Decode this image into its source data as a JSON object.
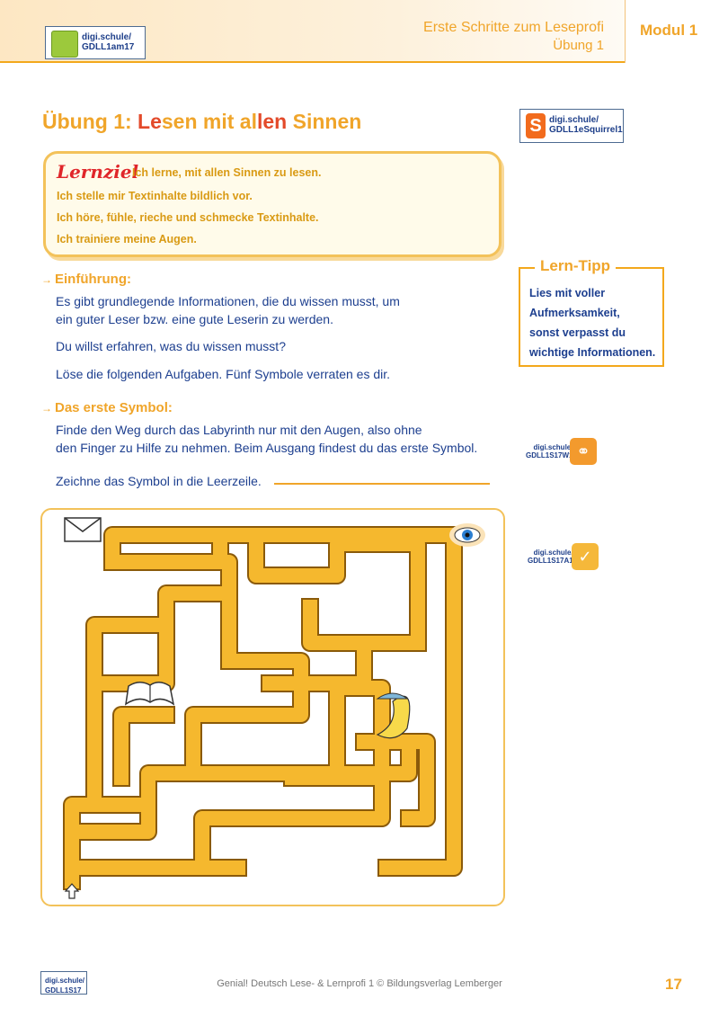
{
  "header": {
    "badge_line1": "digi.schule/",
    "badge_line2": "GDLL1am17",
    "title": "Erste Schritte zum Leseprofi",
    "subtitle": "Übung 1",
    "modul": "Modul 1"
  },
  "page_title": {
    "p1": "Übung 1: ",
    "p2": "Le",
    "p3": "sen",
    "p4": " mit al",
    "p5": "len",
    "p6": " Sin",
    "p7": "nen"
  },
  "squirrel_badge": {
    "letter": "S",
    "line1": "digi.schule/",
    "line2": "GDLL1eSquirrel1"
  },
  "lernziel": {
    "heading": "Lernziel",
    "line1": "Ich lerne, mit allen Sinnen zu lesen.",
    "line2": "Ich stelle mir Textinhalte bildlich vor.",
    "line3": "Ich höre, fühle, rieche und schmecke Textinhalte.",
    "line4": "Ich trainiere meine Augen."
  },
  "lern_tipp": {
    "title": "Lern-Tipp",
    "line1": "Lies mit voller",
    "line2": "Aufmerksamkeit,",
    "line3": "sonst verpasst du",
    "line4": "wichtige Informationen."
  },
  "einfuehrung": {
    "heading": "Einführung:",
    "para1_line1": "Es gibt grundlegende Informationen, die du wissen musst, um",
    "para1_line2": "ein guter Leser bzw. eine gute Leserin zu werden.",
    "para2": "Du willst erfahren, was du wissen musst?",
    "para3": "Löse die folgenden Aufgaben. Fünf Symbole verraten es dir."
  },
  "symbol": {
    "heading": "Das erste Symbol:",
    "line1": "Finde den Weg durch das Labyrinth nur mit den Augen, also ohne",
    "line2": "den Finger zu Hilfe zu nehmen. Beim Ausgang findest du das erste Symbol.",
    "line3": "Zeichne das Symbol in die Leerzeile."
  },
  "side_badges": {
    "w1_line1": "digi.schule/",
    "w1_line2": "GDLL1S17W1",
    "a1_line1": "digi.schule/",
    "a1_line2": "GDLL1S17A1"
  },
  "maze": {
    "icons": [
      "envelope-icon",
      "eye-icon",
      "book-icon",
      "moon-icon",
      "start-arrow-icon"
    ],
    "path_color": "#f5b82e"
  },
  "footer": {
    "badge_line1": "digi.schule/",
    "badge_line2": "GDLL1S17",
    "credit": "Genial! Deutsch Lese- & Lernprofi 1 © Bildungsverlag Lemberger",
    "page_number": "17"
  }
}
